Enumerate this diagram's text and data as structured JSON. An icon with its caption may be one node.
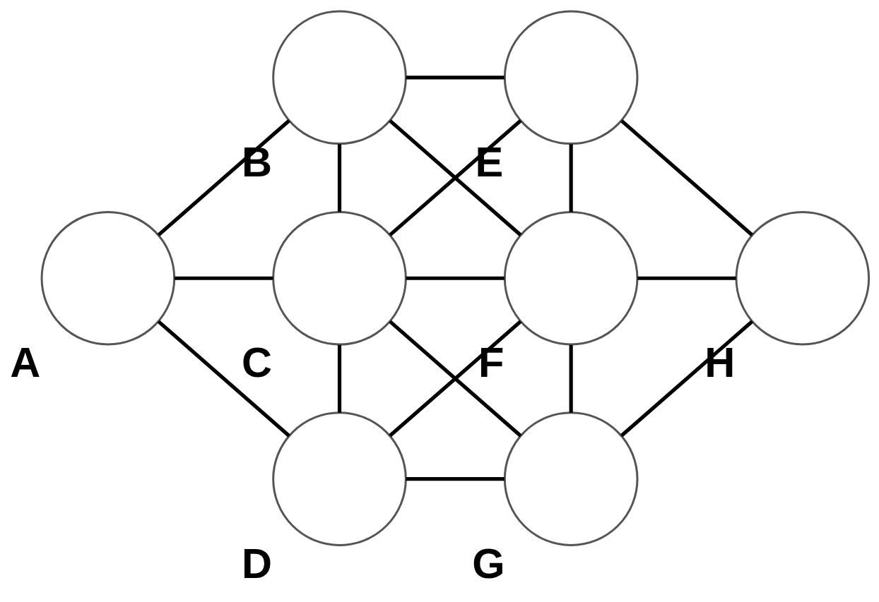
{
  "diagram": {
    "nodes": [
      {
        "text": [
          "A"
        ]
      },
      {
        "text": [
          "B"
        ]
      },
      {
        "text": [
          "C"
        ]
      },
      {
        "text": [
          "D"
        ]
      },
      {
        "text": [
          "E"
        ]
      },
      {
        "text": [
          "F"
        ]
      },
      {
        "text": [
          "G"
        ]
      },
      {
        "text": [
          "H"
        ]
      }
    ],
    "edges": [
      {
        "from": 0,
        "to": 1,
        "arrow": "none"
      },
      {
        "from": 0,
        "to": 2,
        "arrow": "none"
      },
      {
        "from": 0,
        "to": 3,
        "arrow": "none"
      },
      {
        "from": 1,
        "to": 4,
        "arrow": "none"
      },
      {
        "from": 1,
        "to": 2,
        "arrow": "none"
      },
      {
        "from": 1,
        "to": 5,
        "arrow": "none"
      },
      {
        "from": 4,
        "to": 2,
        "arrow": "none"
      },
      {
        "from": 4,
        "to": 5,
        "arrow": "none"
      },
      {
        "from": 4,
        "to": 7,
        "arrow": "none"
      },
      {
        "from": 2,
        "to": 5,
        "arrow": "none"
      },
      {
        "from": 2,
        "to": 3,
        "arrow": "none"
      },
      {
        "from": 2,
        "to": 6,
        "arrow": "none"
      },
      {
        "from": 5,
        "to": 7,
        "arrow": "none"
      },
      {
        "from": 5,
        "to": 3,
        "arrow": "none"
      },
      {
        "from": 5,
        "to": 6,
        "arrow": "none"
      },
      {
        "from": 3,
        "to": 6,
        "arrow": "none"
      },
      {
        "from": 6,
        "to": 7,
        "arrow": "none"
      }
    ]
  }
}
